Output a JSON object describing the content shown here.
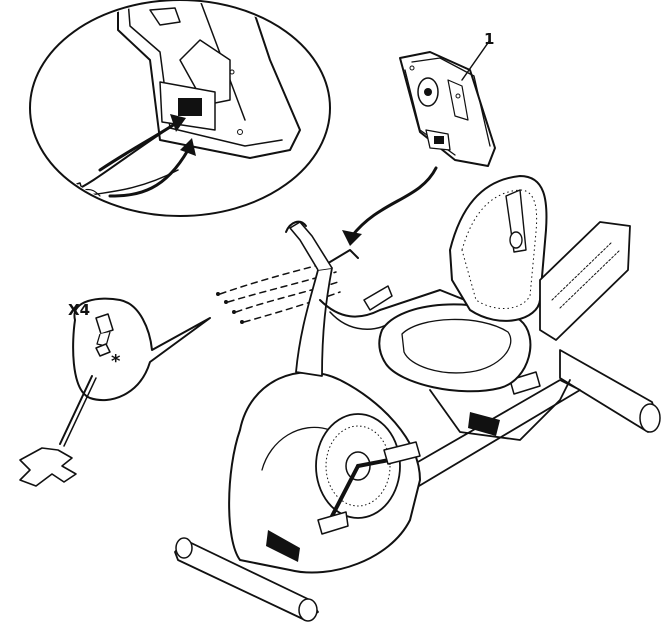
{
  "callouts": {
    "part_number": "1",
    "quantity": "X4",
    "note_marker": "*"
  },
  "icons": [
    "console-part",
    "cable-connector",
    "bolt",
    "hex-key",
    "recumbent-bike",
    "assembly-arrow"
  ]
}
